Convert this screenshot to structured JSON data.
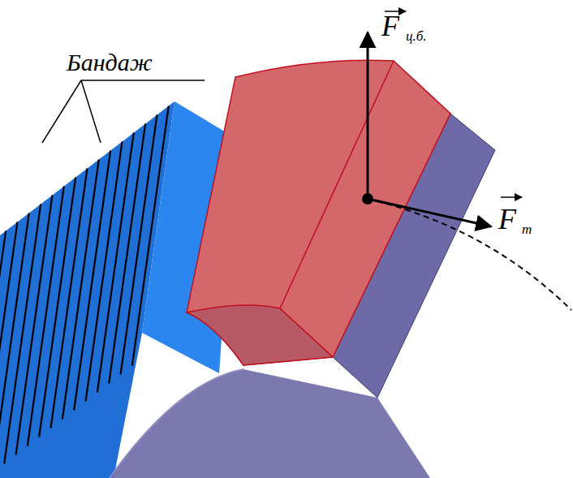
{
  "diagram": {
    "labels": [
      "Бандаж",
      "F",
      "ц.б.",
      "F",
      "т"
    ]
  }
}
